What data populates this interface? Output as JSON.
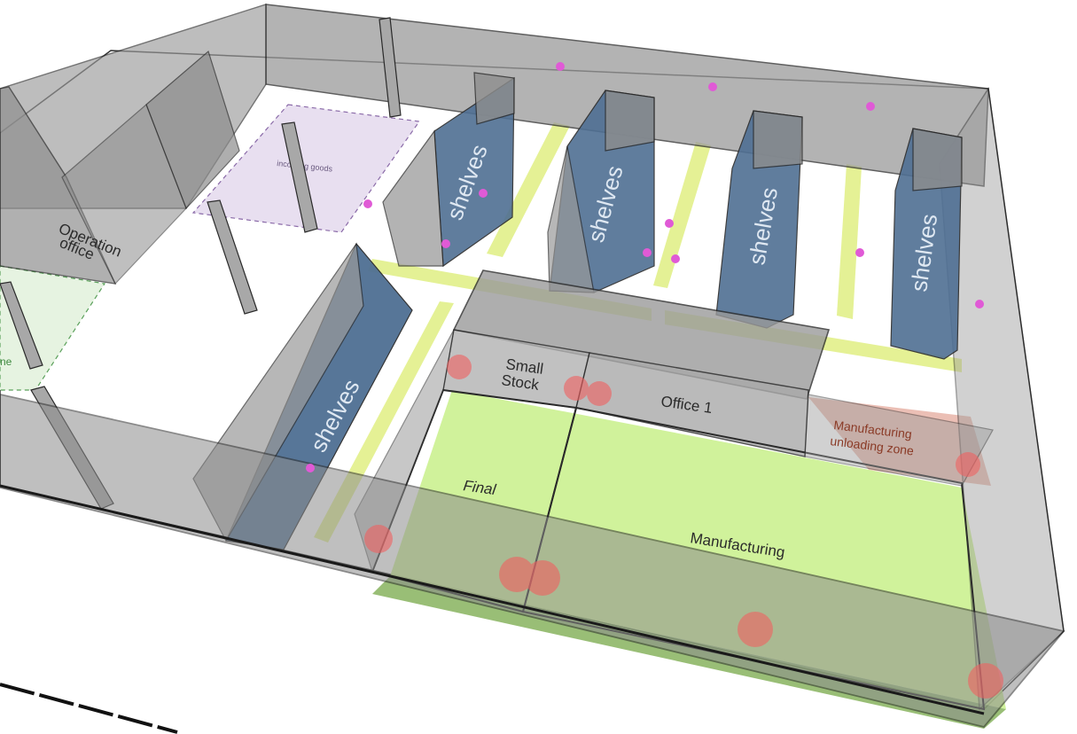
{
  "labels": {
    "shelves": "shelves",
    "small_stock": [
      "Small",
      "Stock"
    ],
    "office": "Office 1",
    "final": "Final",
    "manufacturing": "Manufacturing",
    "unloading_zone": [
      "Manufacturing",
      "unloading zone"
    ],
    "operation_office": [
      "Operation",
      "office"
    ],
    "incoming_goods": "incoming goods",
    "zone_fragment": "ne"
  },
  "colors": {
    "wall": "#9a9a9a",
    "wall_stroke": "#2a2a2a",
    "shelf": "#4f6f93",
    "aisle_marking": "#e2f08a",
    "manufacturing_area": "#c8f08a",
    "incoming_area": "#e8dff0",
    "green_zone": "#e6f3e1",
    "unloading_zone": "#e8b4a8",
    "sensor": "#f06060",
    "pin": "#e05ad6"
  }
}
